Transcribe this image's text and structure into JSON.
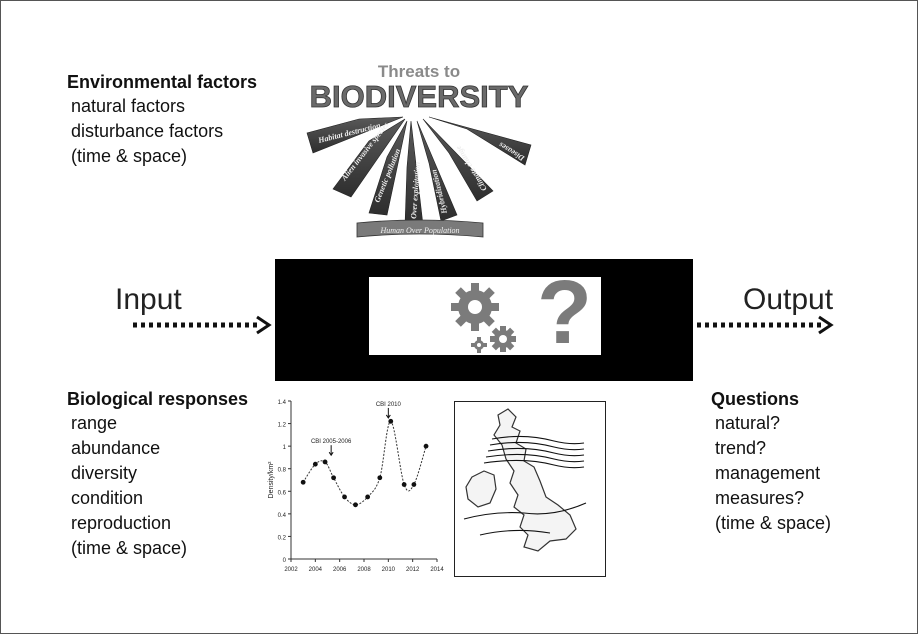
{
  "env": {
    "title": "Environmental factors",
    "items": [
      "natural factors",
      "disturbance factors",
      "(time & space)"
    ]
  },
  "threats": {
    "title1": "Threats to",
    "title2": "BIODIVERSITY",
    "rays": [
      "Habitat destruction",
      "Alien invasive species",
      "Genetic pollution",
      "Over exploitation",
      "Hybridization",
      "Climate change",
      "Diseases"
    ],
    "base": "Human Over Population"
  },
  "flow": {
    "input": "Input",
    "output": "Output",
    "question_mark": "?"
  },
  "bio": {
    "title": "Biological responses",
    "items": [
      "range",
      "abundance",
      "diversity",
      "condition",
      "reproduction",
      "(time & space)"
    ]
  },
  "questions": {
    "title": "Questions",
    "items": [
      "natural?",
      "trend?",
      "management",
      "measures?",
      "(time & space)"
    ]
  },
  "chart_data": {
    "type": "line",
    "ylabel": "Density/km²",
    "ylim": [
      0,
      1.4
    ],
    "xlim": [
      2002,
      2014
    ],
    "xticks": [
      "2002",
      "2004",
      "2006",
      "2008",
      "2010",
      "2012",
      "2014"
    ],
    "yticks": [
      "0",
      "0.2",
      "0.4",
      "0.6",
      "0.8",
      "1",
      "1.2",
      "1.4"
    ],
    "series": [
      {
        "x": [
          2003,
          2004,
          2004.8,
          2005.5,
          2006.4,
          2007.3,
          2008.3,
          2009.3,
          2010.2,
          2011.3,
          2012.1,
          2013.1
        ],
        "values": [
          0.68,
          0.84,
          0.86,
          0.72,
          0.55,
          0.48,
          0.55,
          0.72,
          1.22,
          0.66,
          0.66,
          1.0
        ]
      }
    ],
    "annotations": [
      {
        "text": "CBI 2005-2006",
        "x": 2005.3,
        "y": 0.92
      },
      {
        "text": "CBI 2010",
        "x": 2010.0,
        "y": 1.25
      }
    ]
  }
}
